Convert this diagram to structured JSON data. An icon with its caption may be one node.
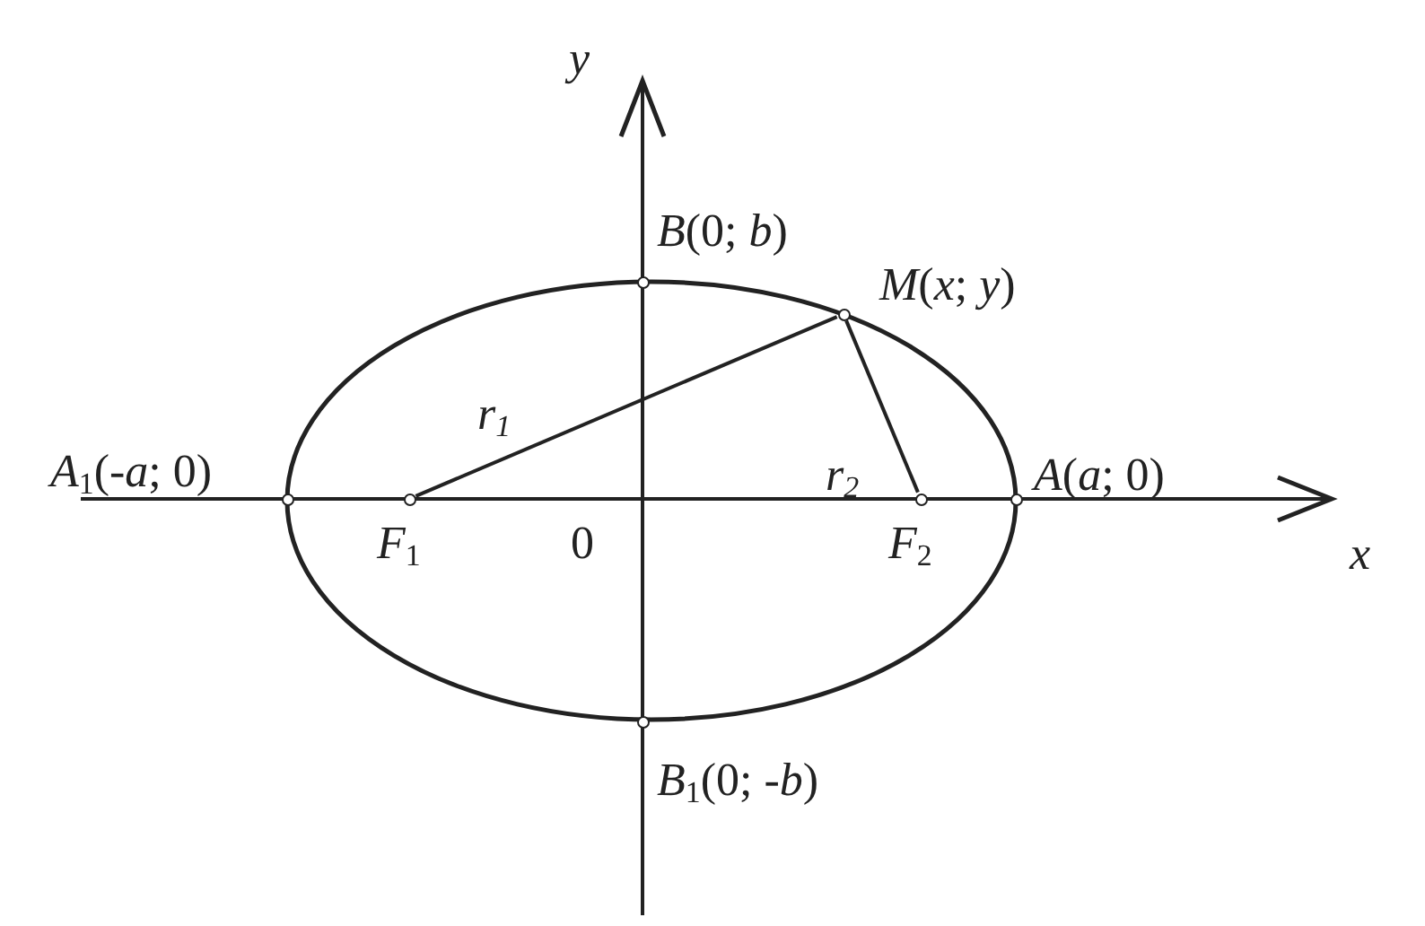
{
  "diagram": {
    "nodes": [
      {
        "text": [],
        "shape": "circle",
        "beside": [
          "*A*$_{1}$(-*a*; 0)"
        ]
      },
      {
        "text": [],
        "shape": "circle",
        "beside": [
          "*F*$_{1}$"
        ]
      },
      {
        "text": [],
        "shape": "circle",
        "beside": [
          "*B*(0; *b*)"
        ]
      },
      {
        "text": [],
        "shape": "circle",
        "beside": [
          "*M*(*x*; *y*)"
        ]
      },
      {
        "text": [],
        "shape": "circle",
        "beside": [
          "*F*$_{2}$"
        ]
      },
      {
        "text": [],
        "shape": "circle",
        "beside": [
          "*A*(*a*; 0)"
        ]
      },
      {
        "text": [],
        "shape": "circle",
        "beside": [
          "*B*$_{1}$(0; -*b*)"
        ]
      }
    ],
    "edges": [
      {
        "from": 1,
        "to": 3,
        "arrow": "none",
        "label": "*r*$_{1}$"
      },
      {
        "from": 3,
        "to": 4,
        "arrow": "none",
        "label": "*r*$_{2}$"
      }
    ],
    "labels": [
      "y",
      "x",
      "0"
    ]
  }
}
